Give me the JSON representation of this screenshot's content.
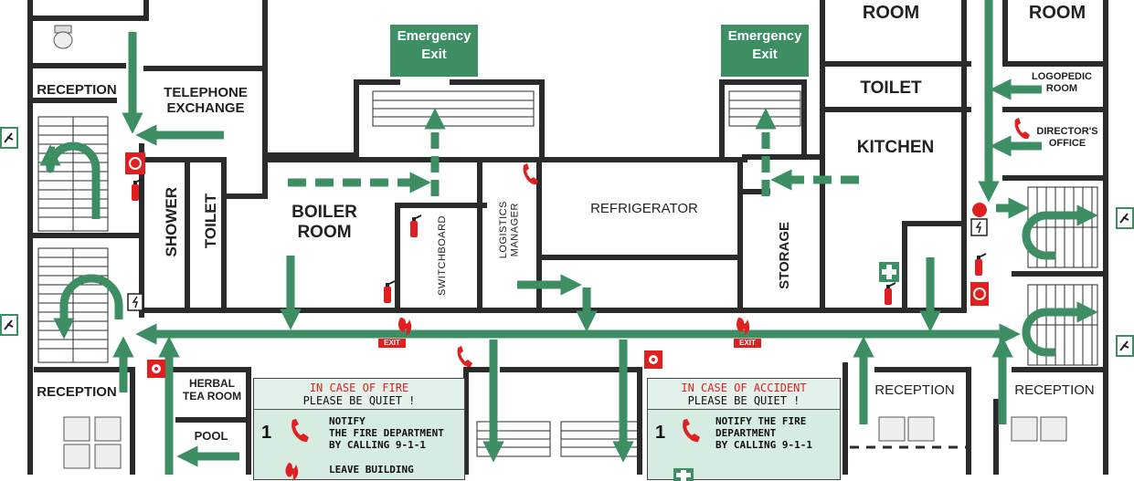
{
  "rooms": {
    "room_top_center": "ROOM",
    "room_top_right": "ROOM",
    "reception_top_left": "RECEPTION",
    "telephone_exchange": "TELEPHONE\nEXCHANGE",
    "shower": "SHOWER",
    "toilet_left": "TOILET",
    "boiler_room": "BOILER\nROOM",
    "switchboard": "SWITCHBOARD",
    "logistics_manager": "LOGISTICS\nMANAGER",
    "refrigerator": "REFRIGERATOR",
    "storage": "STORAGE",
    "toilet_right": "TOILET",
    "kitchen": "KITCHEN",
    "logopedic_room": "LOGOPEDIC\nROOM",
    "directors_office": "DIRECTOR'S\nOFFICE",
    "reception_bottom_left": "RECEPTION",
    "herbal_tea_room": "HERBAL\nTEA ROOM",
    "pool": "POOL",
    "reception_bottom_center": "RECEPTION",
    "reception_bottom_right": "RECEPTION"
  },
  "emergency_exits": {
    "left": "Emergency\nExit",
    "right": "Emergency\nExit"
  },
  "exit_sign_text": "EXIT",
  "fire_panel": {
    "title": "IN CASE OF FIRE",
    "subtitle": "PLEASE BE QUIET !",
    "step1_number": "1",
    "step1_text": "NOTIFY\nTHE FIRE DEPARTMENT\nBY CALLING  9-1-1",
    "step2_text": "LEAVE BUILDING"
  },
  "accident_panel": {
    "title": "IN CASE OF ACCIDENT",
    "subtitle": "PLEASE BE QUIET !",
    "step1_number": "1",
    "step1_text": "NOTIFY THE FIRE\nDEPARTMENT\nBY CALLING  9-1-1"
  },
  "colors": {
    "wall": "#2b2b2b",
    "route_green": "#3e8e63",
    "panel_bg": "#d6ece1",
    "alert_red": "#e02020"
  },
  "icons": [
    "fire-extinguisher-icon",
    "telephone-icon",
    "fire-alarm-icon",
    "first-aid-icon",
    "exit-sign-icon",
    "alarm-button-icon",
    "toilet-icon",
    "sink-icon"
  ]
}
